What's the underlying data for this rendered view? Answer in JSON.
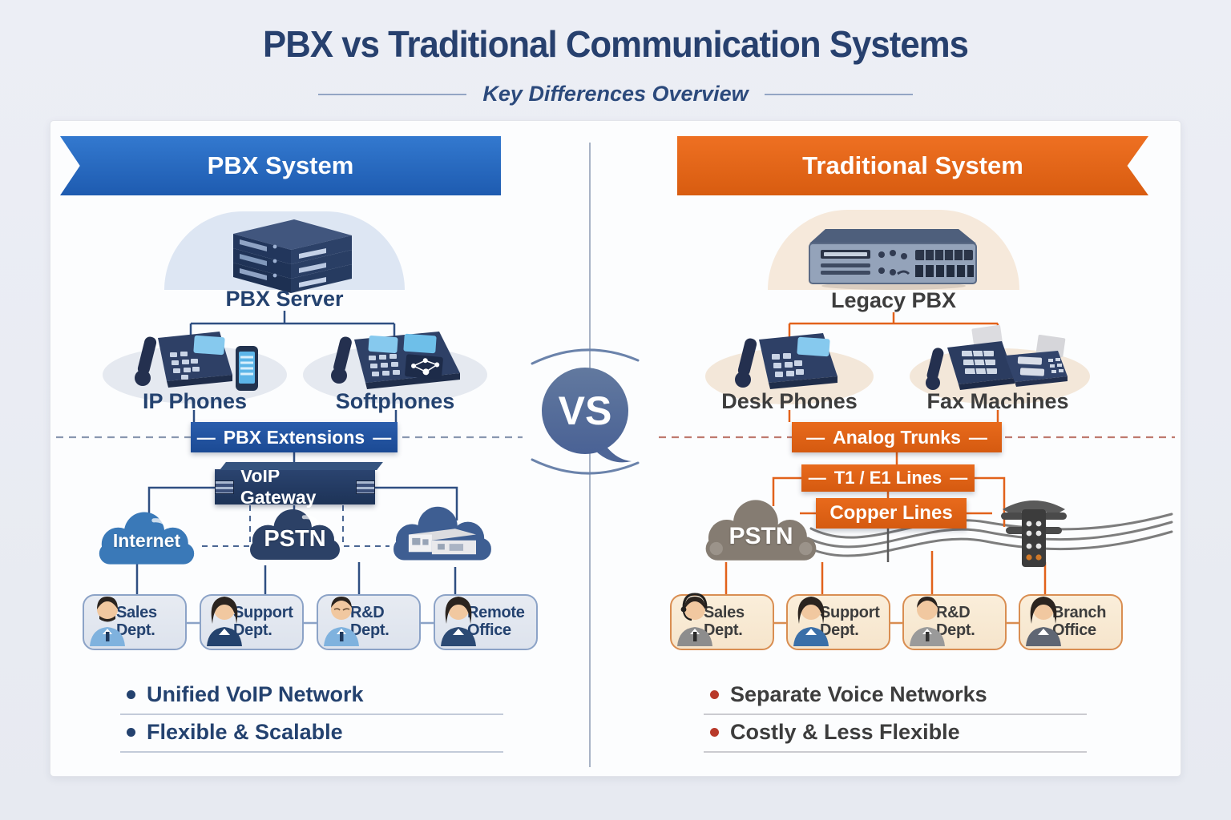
{
  "header": {
    "title": "PBX vs Traditional Communication Systems",
    "subtitle": "Key Differences Overview"
  },
  "vs_badge": {
    "label": "VS"
  },
  "decor": {
    "dash": "—"
  },
  "colors": {
    "left_accent": "#2a69bf",
    "right_accent": "#e2621b",
    "left_text": "#24426f",
    "right_text": "#3d3d3d",
    "bullet_red": "#b8392a"
  },
  "left": {
    "banner": "PBX System",
    "server": "PBX Server",
    "device_1": "IP Phones",
    "device_2": "Softphones",
    "extensions": "PBX Extensions",
    "gateway": "VoIP Gateway",
    "cloud_1": "Internet",
    "cloud_2": "PSTN",
    "departments": [
      {
        "label": "Sales Dept."
      },
      {
        "label": "Support Dept."
      },
      {
        "label": "R&D Dept."
      },
      {
        "label": "Remote Office"
      }
    ],
    "bullets": [
      "Unified VoIP Network",
      "Flexible & Scalable"
    ]
  },
  "right": {
    "banner": "Traditional System",
    "server": "Legacy PBX",
    "device_1": "Desk Phones",
    "device_2": "Fax Machines",
    "trunks": "Analog Trunks",
    "t1e1": "T1 / E1 Lines",
    "copper": "Copper Lines",
    "cloud_1": "PSTN",
    "departments": [
      {
        "label": "Sales Dept."
      },
      {
        "label": "Support Dept."
      },
      {
        "label": "R&D Dept."
      },
      {
        "label": "Branch Office"
      }
    ],
    "bullets": [
      "Separate Voice Networks",
      "Costly & Less Flexible"
    ]
  }
}
